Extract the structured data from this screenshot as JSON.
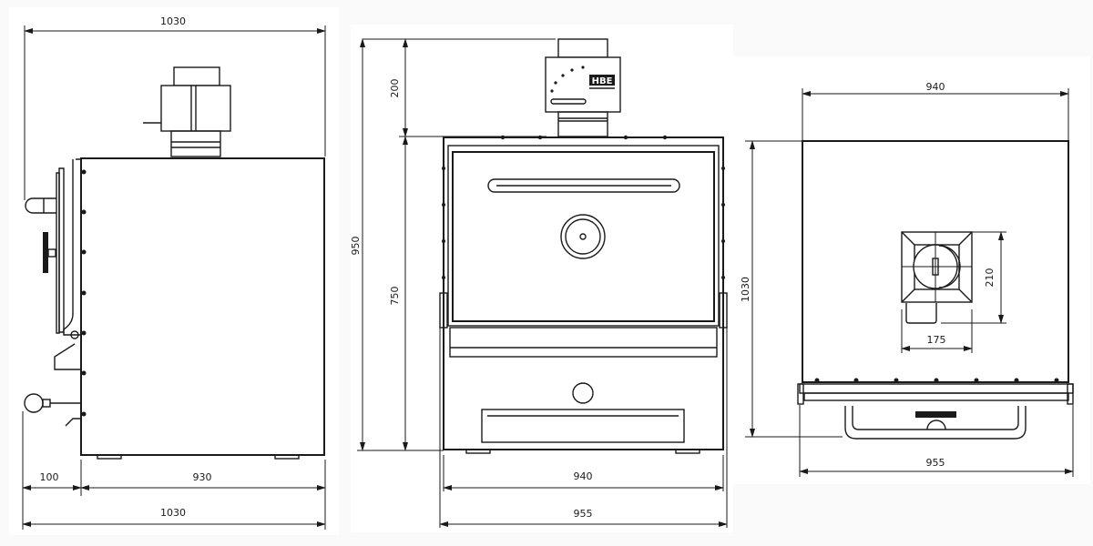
{
  "side_view": {
    "overall_width_top": "1030",
    "handle_offset": "100",
    "body_depth": "930",
    "overall_width_bottom": "1030"
  },
  "front_view": {
    "chimney_height": "200",
    "total_height": "950",
    "body_height": "750",
    "body_width": "940",
    "overall_width": "955",
    "logo_text": "HBE"
  },
  "top_view": {
    "width": "940",
    "depth": "1030",
    "chimney_depth": "210",
    "chimney_width": "175",
    "overall_width": "955"
  }
}
